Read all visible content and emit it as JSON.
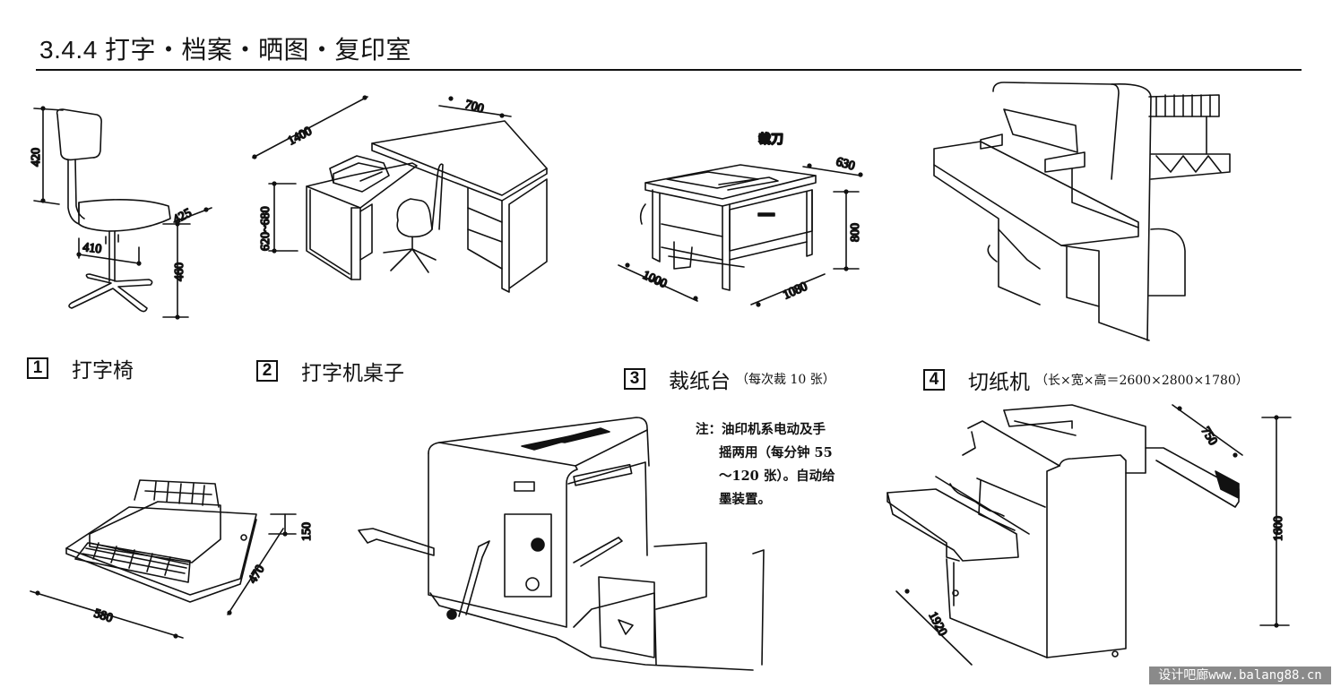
{
  "page": {
    "title": "3.4.4 打字・档案・晒图・复印室"
  },
  "items": [
    {
      "number": "1",
      "name": "打字椅",
      "note": "",
      "dimensions": {
        "backrest_height": "420",
        "seat_depth": "425",
        "base_width": "410",
        "seat_height": "460"
      }
    },
    {
      "number": "2",
      "name": "打字机桌子",
      "note": "",
      "dimensions": {
        "length": "1400",
        "depth": "700",
        "height": "620~680"
      }
    },
    {
      "number": "3",
      "name": "裁纸台",
      "note": "（每次裁 10 张）",
      "label_blade": "裁刀",
      "dimensions": {
        "depth": "630",
        "height": "800",
        "width_left": "1000",
        "width_right": "1080"
      }
    },
    {
      "number": "4",
      "name": "切纸机",
      "note": "（长×宽×高＝2600×2800×1780）",
      "dimensions": {}
    }
  ],
  "typewriter": {
    "dimensions": {
      "width": "580",
      "depth": "470",
      "height": "150"
    }
  },
  "mimeograph": {
    "note_lines": [
      "注：油印机系电动及手",
      "摇两用（每分钟 55",
      "～120 张）。自动给",
      "墨装置。"
    ]
  },
  "folder_machine": {
    "dimensions": {
      "tray": "750",
      "height": "1600",
      "length": "1920"
    }
  },
  "watermark": "设计吧廊www.balang88.cn"
}
